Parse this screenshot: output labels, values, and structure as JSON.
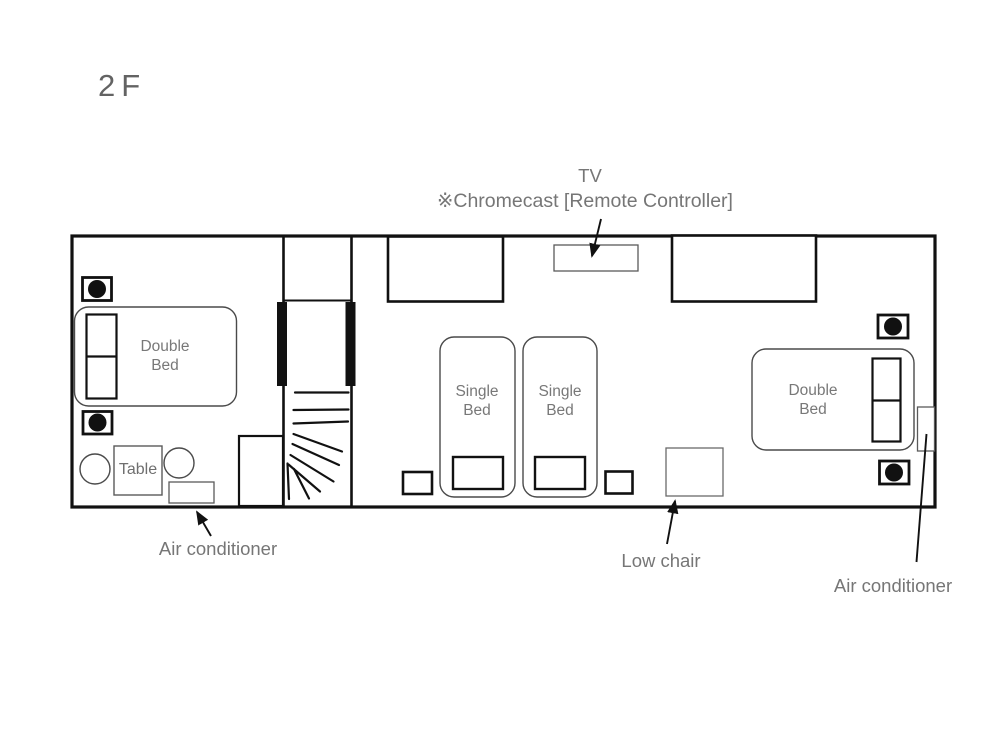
{
  "floor_label": "2F",
  "annotations": {
    "tv_label": "TV",
    "chromecast_note": "※Chromecast  [Remote Controller]",
    "air_conditioner_left": "Air conditioner",
    "low_chair": "Low chair",
    "air_conditioner_right": "Air conditioner"
  },
  "furniture": {
    "double_bed_left": "Double Bed",
    "single_bed_1": "Single Bed",
    "single_bed_2": "Single Bed",
    "double_bed_right": "Double Bed",
    "table": "Table"
  },
  "colors": {
    "wall": "#111111",
    "furniture_outline": "#4a4a4a",
    "thin_outline": "#6a6a6a",
    "annotation_text": "#767676",
    "background": "#ffffff"
  }
}
